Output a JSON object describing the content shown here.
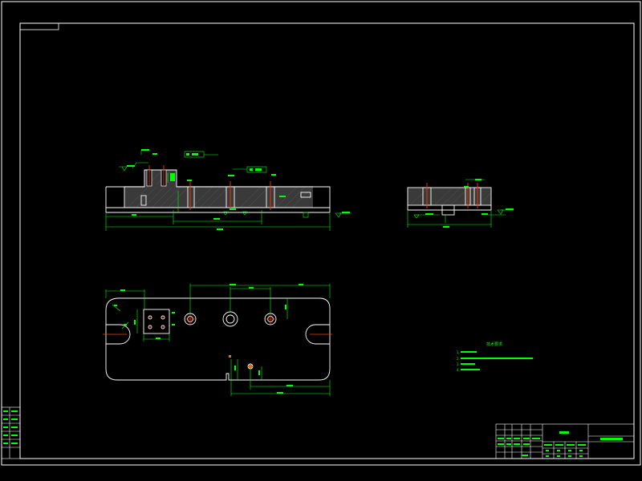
{
  "colors": {
    "background": "#000000",
    "frame": "#ffffff",
    "geometry": "#ffffff",
    "dimension": "#00ff00",
    "annotation": "#00ff00",
    "hatch": "#3a3a3a",
    "center_line": "#ff0000",
    "orange_mark": "#ff6600"
  },
  "tech_req": {
    "title": "技术要求",
    "items": [
      "1.",
      "2.",
      "3.",
      "4."
    ]
  },
  "title_block": {
    "part_name": "",
    "material": "",
    "drawing_no": ""
  }
}
